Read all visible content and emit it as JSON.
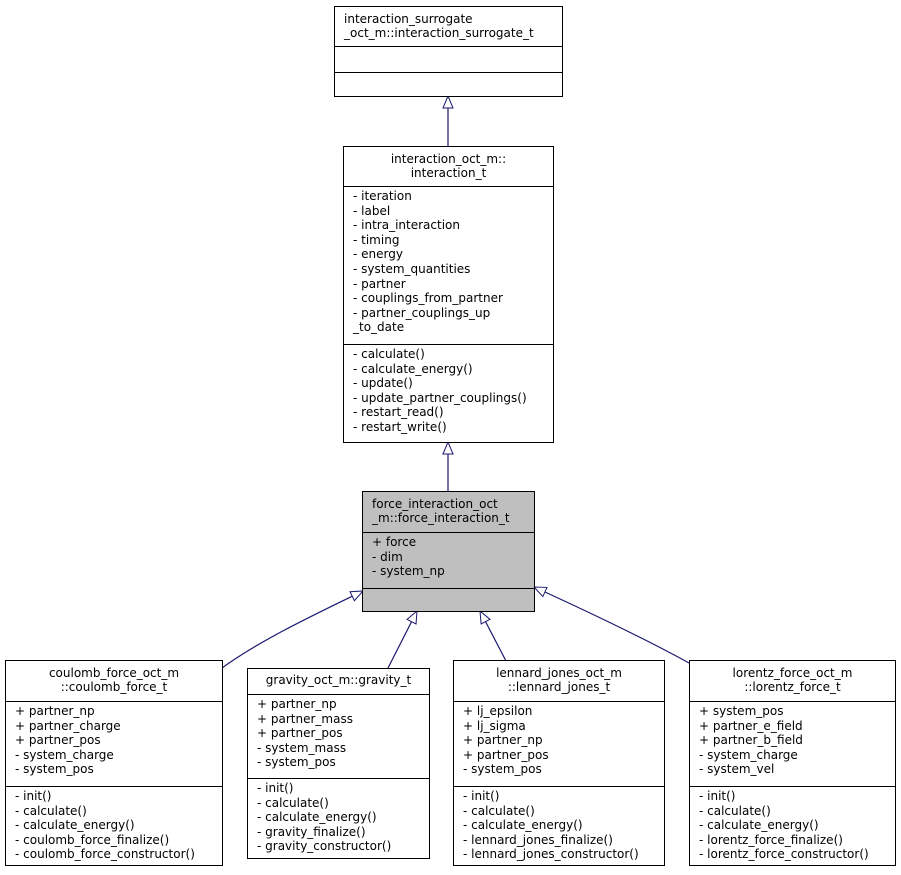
{
  "classes": {
    "surrogate": {
      "title": [
        "interaction_surrogate",
        "_oct_m::interaction_surrogate_t"
      ],
      "attributes": [],
      "methods": []
    },
    "interaction": {
      "title": [
        "interaction_oct_m::",
        "interaction_t"
      ],
      "attributes": [
        "- iteration",
        "- label",
        "- intra_interaction",
        "- timing",
        "- energy",
        "- system_quantities",
        "- partner",
        "- couplings_from_partner",
        "- partner_couplings_up",
        "_to_date"
      ],
      "methods": [
        "- calculate()",
        "- calculate_energy()",
        "- update()",
        "- update_partner_couplings()",
        "- restart_read()",
        "- restart_write()"
      ]
    },
    "force": {
      "title": [
        "force_interaction_oct",
        "_m::force_interaction_t"
      ],
      "attributes": [
        "+ force",
        "- dim",
        "- system_np"
      ],
      "methods": []
    },
    "coulomb": {
      "title": [
        "coulomb_force_oct_m",
        "::coulomb_force_t"
      ],
      "attributes": [
        "+ partner_np",
        "+ partner_charge",
        "+ partner_pos",
        "- system_charge",
        "- system_pos"
      ],
      "methods": [
        "- init()",
        "- calculate()",
        "- calculate_energy()",
        "- coulomb_force_finalize()",
        "- coulomb_force_constructor()"
      ]
    },
    "gravity": {
      "title": [
        "gravity_oct_m::gravity_t"
      ],
      "attributes": [
        "+ partner_np",
        "+ partner_mass",
        "+ partner_pos",
        "- system_mass",
        "- system_pos"
      ],
      "methods": [
        "- init()",
        "- calculate()",
        "- calculate_energy()",
        "- gravity_finalize()",
        "- gravity_constructor()"
      ]
    },
    "lennard": {
      "title": [
        "lennard_jones_oct_m",
        "::lennard_jones_t"
      ],
      "attributes": [
        "+ lj_epsilon",
        "+ lj_sigma",
        "+ partner_np",
        "+ partner_pos",
        "- system_pos"
      ],
      "methods": [
        "- init()",
        "- calculate()",
        "- calculate_energy()",
        "- lennard_jones_finalize()",
        "- lennard_jones_constructor()"
      ]
    },
    "lorentz": {
      "title": [
        "lorentz_force_oct_m",
        "::lorentz_force_t"
      ],
      "attributes": [
        "+ system_pos",
        "+ partner_e_field",
        "+ partner_b_field",
        "- system_charge",
        "- system_vel"
      ],
      "methods": [
        "- init()",
        "- calculate()",
        "- calculate_energy()",
        "- lorentz_force_finalize()",
        "- lorentz_force_constructor()"
      ]
    }
  },
  "colors": {
    "edge": "#191970",
    "highlight": "#bfbfbf",
    "border": "#000000"
  }
}
